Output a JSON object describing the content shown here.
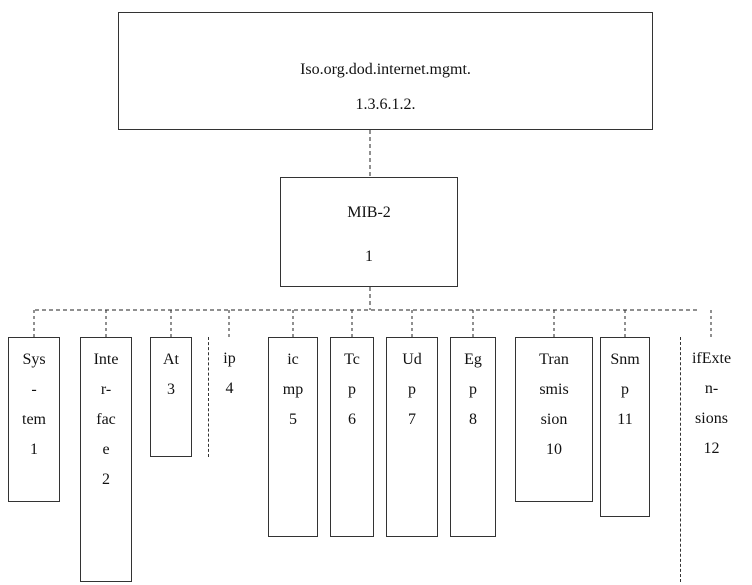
{
  "root": {
    "line1": "Iso.org.dod.internet.mgmt.",
    "line2": "1.3.6.1.2."
  },
  "mib": {
    "line1": "MIB-2",
    "line2": "1"
  },
  "children": [
    {
      "id": "system",
      "parts": [
        "Sys",
        "-",
        "tem"
      ],
      "number": "1"
    },
    {
      "id": "interface",
      "parts": [
        "Inte",
        "r-",
        "fac",
        "e"
      ],
      "number": "2"
    },
    {
      "id": "at",
      "parts": [
        "At"
      ],
      "number": "3"
    },
    {
      "id": "ip",
      "parts": [
        "ip"
      ],
      "number": "4"
    },
    {
      "id": "icmp",
      "parts": [
        "ic",
        "mp"
      ],
      "number": "5"
    },
    {
      "id": "tcp",
      "parts": [
        "Tc",
        "p"
      ],
      "number": "6"
    },
    {
      "id": "udp",
      "parts": [
        "Ud",
        "p"
      ],
      "number": "7"
    },
    {
      "id": "egp",
      "parts": [
        "Eg",
        "p"
      ],
      "number": "8"
    },
    {
      "id": "transmission",
      "parts": [
        "Tran",
        "smis",
        "sion"
      ],
      "number": "10"
    },
    {
      "id": "snmp",
      "parts": [
        "Snm",
        "p"
      ],
      "number": "11"
    },
    {
      "id": "ifextensions",
      "parts": [
        "ifExte",
        "n-",
        "sions"
      ],
      "number": "12"
    }
  ]
}
